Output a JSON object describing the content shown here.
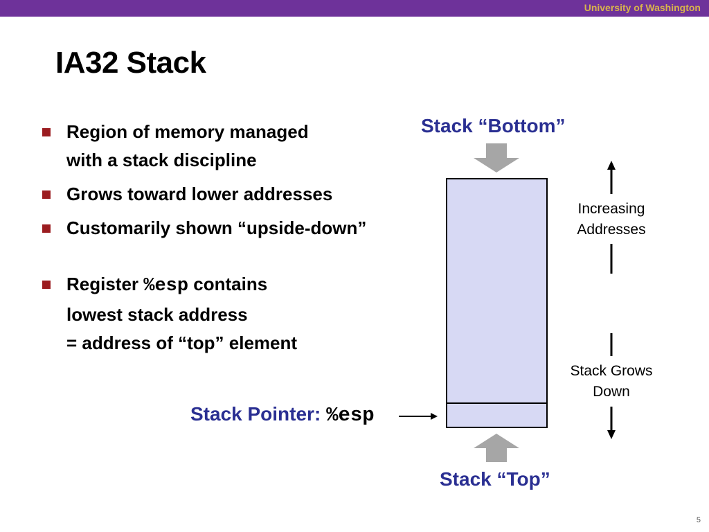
{
  "header": {
    "org": "University of Washington"
  },
  "slide": {
    "title": "IA32 Stack",
    "page_number": "5"
  },
  "bullets": {
    "b1_line1": "Region of memory managed",
    "b1_line2": "with a stack discipline",
    "b2": "Grows toward lower addresses",
    "b3": "Customarily shown “upside-down”",
    "b4_pre": "Register ",
    "b4_code": "%esp",
    "b4_post": " contains",
    "b4_line2": "lowest  stack address",
    "b4_line3": "= address of “top” element"
  },
  "diagram": {
    "stack_bottom_label": "Stack “Bottom”",
    "stack_top_label": "Stack “Top”",
    "stack_pointer_label": "Stack Pointer: ",
    "stack_pointer_register": "%esp",
    "increasing_line1": "Increasing",
    "increasing_line2": "Addresses",
    "grows_line1": "Stack Grows",
    "grows_line2": "Down"
  },
  "colors": {
    "header_bar": "#6e329a",
    "header_text": "#d8b44c",
    "accent_blue": "#2a2f92",
    "bullet_marker": "#9b1c20",
    "stack_fill": "#d7d9f4",
    "block_arrow": "#a6a6a6"
  }
}
